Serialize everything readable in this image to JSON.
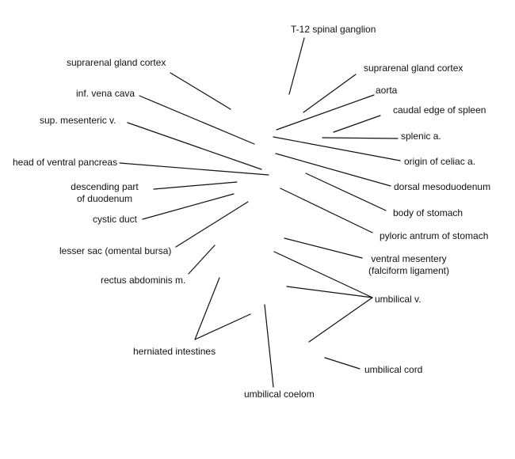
{
  "diagram": {
    "line_color": "#111111",
    "labels": {
      "t12_spinal_ganglion": "T-12 spinal ganglion",
      "suprarenal_gland_cortex_left": "suprarenal gland cortex",
      "suprarenal_gland_cortex_right": "suprarenal gland cortex",
      "aorta": "aorta",
      "inf_vena_cava": "inf. vena cava",
      "caudal_edge_of_spleen": "caudal edge of spleen",
      "sup_mesenteric_v": "sup. mesenteric v.",
      "splenic_a": "splenic a.",
      "origin_of_celiac_a": "origin of celiac a.",
      "head_of_ventral_pancreas": "head of ventral pancreas",
      "descending_part_line1": "descending part",
      "descending_part_line2": "of duodenum",
      "dorsal_mesoduodenum": "dorsal mesoduodenum",
      "cystic_duct": "cystic duct",
      "body_of_stomach": "body of stomach",
      "pyloric_antrum_of_stomach": "pyloric antrum of stomach",
      "lesser_sac": "lesser sac (omental bursa)",
      "ventral_mesentery_line1": "ventral mesentery",
      "ventral_mesentery_line2": "(falciform ligament)",
      "rectus_abdominis_m": "rectus abdominis m.",
      "umbilical_v": "umbilical v.",
      "herniated_intestines": "herniated intestines",
      "umbilical_cord": "umbilical cord",
      "umbilical_coelom": "umbilical coelom"
    }
  }
}
